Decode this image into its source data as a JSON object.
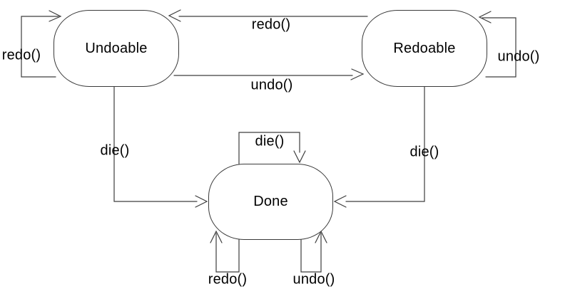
{
  "diagram": {
    "type": "uml-state-machine",
    "background_color": "#ffffff",
    "line_color": "#3d3d3d",
    "text_color": "#000000",
    "states": [
      {
        "id": "undoable",
        "label": "Undoable"
      },
      {
        "id": "redoable",
        "label": "Redoable"
      },
      {
        "id": "done",
        "label": "Done"
      }
    ],
    "transitions": [
      {
        "id": "undoable-self-redo",
        "from": "Undoable",
        "to": "Undoable",
        "label": "redo()"
      },
      {
        "id": "redoable-to-undoable",
        "from": "Redoable",
        "to": "Undoable",
        "label": "redo()"
      },
      {
        "id": "undoable-to-redoable",
        "from": "Undoable",
        "to": "Redoable",
        "label": "undo()"
      },
      {
        "id": "redoable-self-undo",
        "from": "Redoable",
        "to": "Redoable",
        "label": "undo()"
      },
      {
        "id": "undoable-to-done",
        "from": "Undoable",
        "to": "Done",
        "label": "die()"
      },
      {
        "id": "redoable-to-done",
        "from": "Redoable",
        "to": "Done",
        "label": "die()"
      },
      {
        "id": "done-self-die",
        "from": "Done",
        "to": "Done",
        "label": "die()"
      },
      {
        "id": "done-self-redo",
        "from": "Done",
        "to": "Done",
        "label": "redo()"
      },
      {
        "id": "done-self-undo",
        "from": "Done",
        "to": "Done",
        "label": "undo()"
      }
    ]
  }
}
